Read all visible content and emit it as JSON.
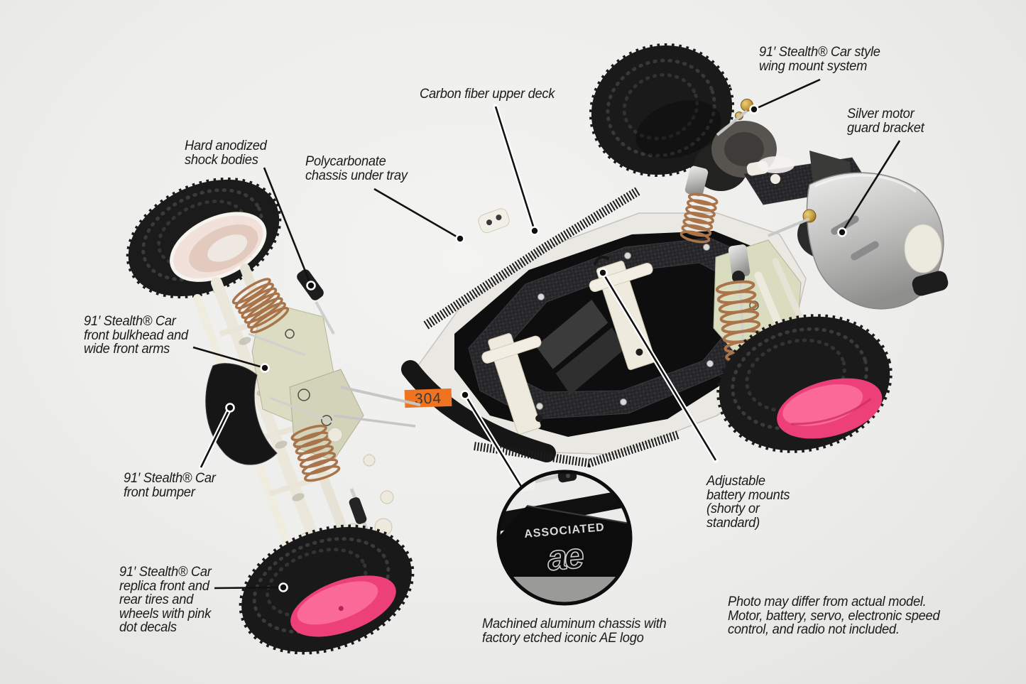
{
  "photo_subject": "RC buggy chassis product photo with part callouts",
  "sticker": {
    "number": "304",
    "color": "#ef7320"
  },
  "inset": {
    "brand_text": "ASSOCIATED",
    "logo_text": "ae"
  },
  "callouts": [
    {
      "id": "wing-mount",
      "lines": [
        "91′ Stealth® Car style",
        "wing mount system"
      ]
    },
    {
      "id": "carbon-deck",
      "lines": [
        "Carbon fiber upper deck"
      ]
    },
    {
      "id": "motor-guard",
      "lines": [
        "Silver motor",
        "guard bracket"
      ]
    },
    {
      "id": "shock-bodies",
      "lines": [
        "Hard anodized",
        "shock bodies"
      ]
    },
    {
      "id": "under-tray",
      "lines": [
        "Polycarbonate",
        "chassis under tray"
      ]
    },
    {
      "id": "front-bulkhead",
      "lines": [
        "91′ Stealth® Car",
        "front bulkhead and",
        "wide front arms"
      ]
    },
    {
      "id": "front-bumper",
      "lines": [
        "91′ Stealth® Car",
        "front bumper"
      ]
    },
    {
      "id": "tires",
      "lines": [
        "91′ Stealth® Car",
        "replica front and",
        "rear tires and",
        "wheels with pink",
        "dot decals"
      ]
    },
    {
      "id": "battery-mounts",
      "lines": [
        "Adjustable",
        "battery mounts",
        "(shorty or",
        "standard)"
      ]
    },
    {
      "id": "chassis-caption",
      "lines": [
        "Machined aluminum chassis with",
        "factory etched iconic AE logo"
      ]
    }
  ],
  "disclaimer": {
    "lines": [
      "Photo may differ from actual model.",
      "Motor, battery, servo, electronic speed",
      "control, and radio not included."
    ]
  },
  "colors": {
    "pink_wheel": "#ee4078",
    "orange_sticker": "#ef7320",
    "fiberglass": "#dadcbf",
    "carbon": "#242426",
    "copper_spring": "#a9744a",
    "text": "#1b1b1b"
  }
}
